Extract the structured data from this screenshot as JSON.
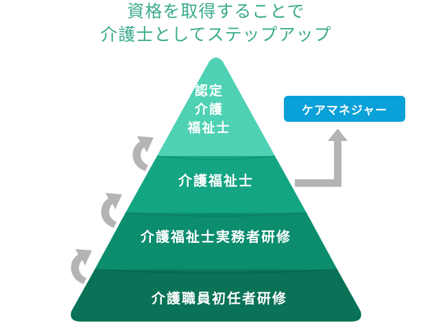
{
  "title": {
    "line1": "資格を取得することで",
    "line2": "介護士としてステップアップ"
  },
  "pyramid": {
    "tiers": [
      {
        "lines": [
          "認定",
          "介護",
          "福祉士"
        ],
        "color": "#4fd1b4"
      },
      {
        "label": "介護福祉士",
        "color": "#14a583"
      },
      {
        "label": "介護福祉士実務者研修",
        "color": "#0b8d6e"
      },
      {
        "label": "介護職員初任者研修",
        "color": "#0a7257"
      }
    ]
  },
  "career_box": {
    "label": "ケアマネジャー",
    "color": "#0aa0d8"
  },
  "arrow_color": "#b4b4b4"
}
